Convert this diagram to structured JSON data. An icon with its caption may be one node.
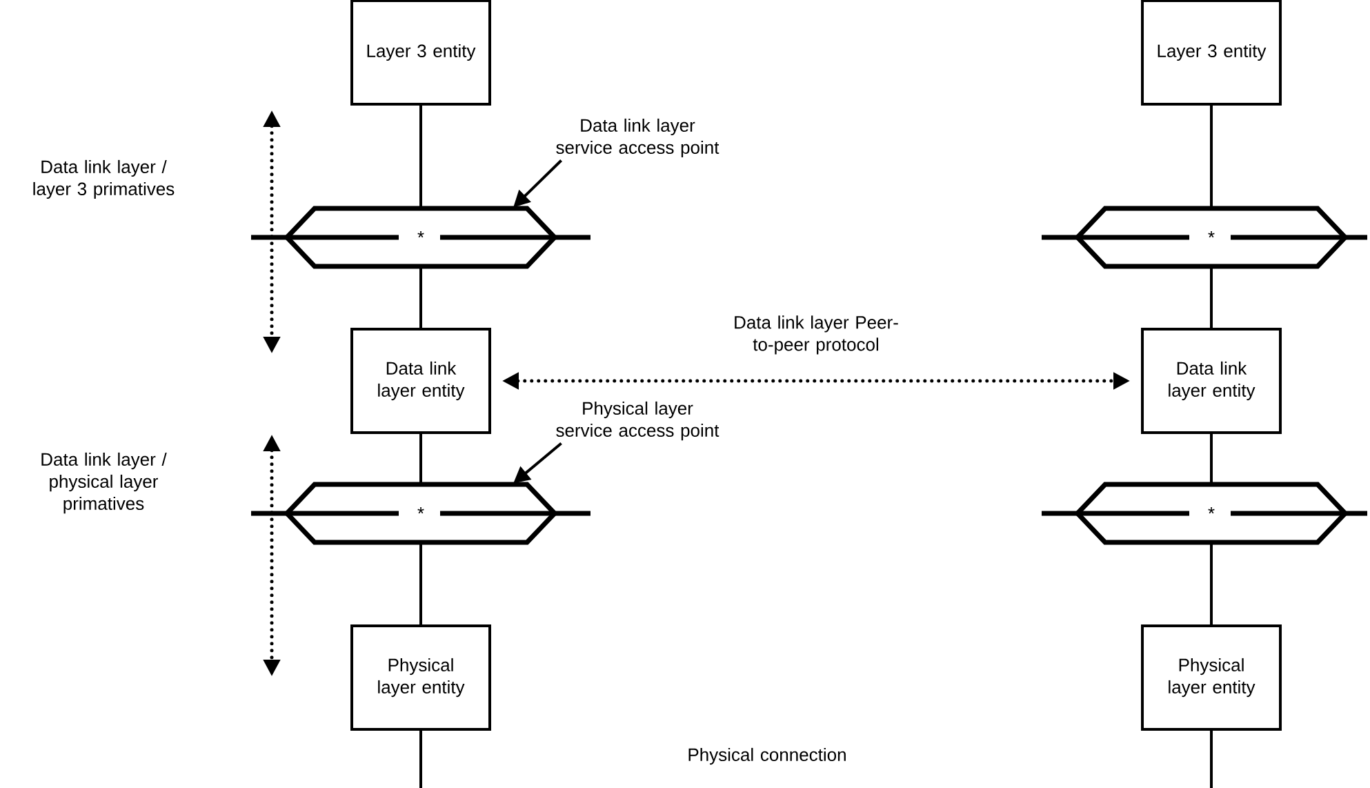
{
  "diagram": {
    "nodes": [
      {
        "text": [
          "Layer 3 entity"
        ]
      },
      {
        "text": [
          "Layer 3 entity"
        ]
      },
      {
        "text": [
          "Data link layer service access point"
        ]
      },
      {
        "text": [
          "*"
        ]
      },
      {
        "text": [
          "*"
        ]
      },
      {
        "text": [
          "Data link layer entity"
        ]
      },
      {
        "text": [
          "Data link layer entity"
        ]
      },
      {
        "text": [
          "Physical layer service access point"
        ]
      },
      {
        "text": [
          "*"
        ]
      },
      {
        "text": [
          "*"
        ]
      },
      {
        "text": [
          "Physical layer entity"
        ]
      },
      {
        "text": [
          "Physical layer entity"
        ]
      }
    ],
    "edges": [
      {
        "from": 0,
        "to": 3,
        "arrow": "none"
      },
      {
        "from": 3,
        "to": 5,
        "arrow": "none"
      },
      {
        "from": 5,
        "to": 8,
        "arrow": "none"
      },
      {
        "from": 8,
        "to": 10,
        "arrow": "none"
      },
      {
        "from": 10,
        "to": null,
        "arrow": "none"
      },
      {
        "from": 1,
        "to": 4,
        "arrow": "none"
      },
      {
        "from": 4,
        "to": 6,
        "arrow": "none"
      },
      {
        "from": 6,
        "to": 9,
        "arrow": "none"
      },
      {
        "from": 9,
        "to": 11,
        "arrow": "none"
      },
      {
        "from": 11,
        "to": null,
        "arrow": "none"
      },
      {
        "from": 2,
        "to": 3,
        "arrow": "to"
      },
      {
        "from": 7,
        "to": 8,
        "arrow": "to"
      },
      {
        "from": 5,
        "to": 6,
        "arrow": "both",
        "style": "dashed",
        "label": "Data link layer Peer-to-peer protocol"
      }
    ],
    "labels": [
      "Data link layer / layer 3 primatives",
      "Data link layer / physical layer primatives",
      "Physical connection"
    ]
  }
}
